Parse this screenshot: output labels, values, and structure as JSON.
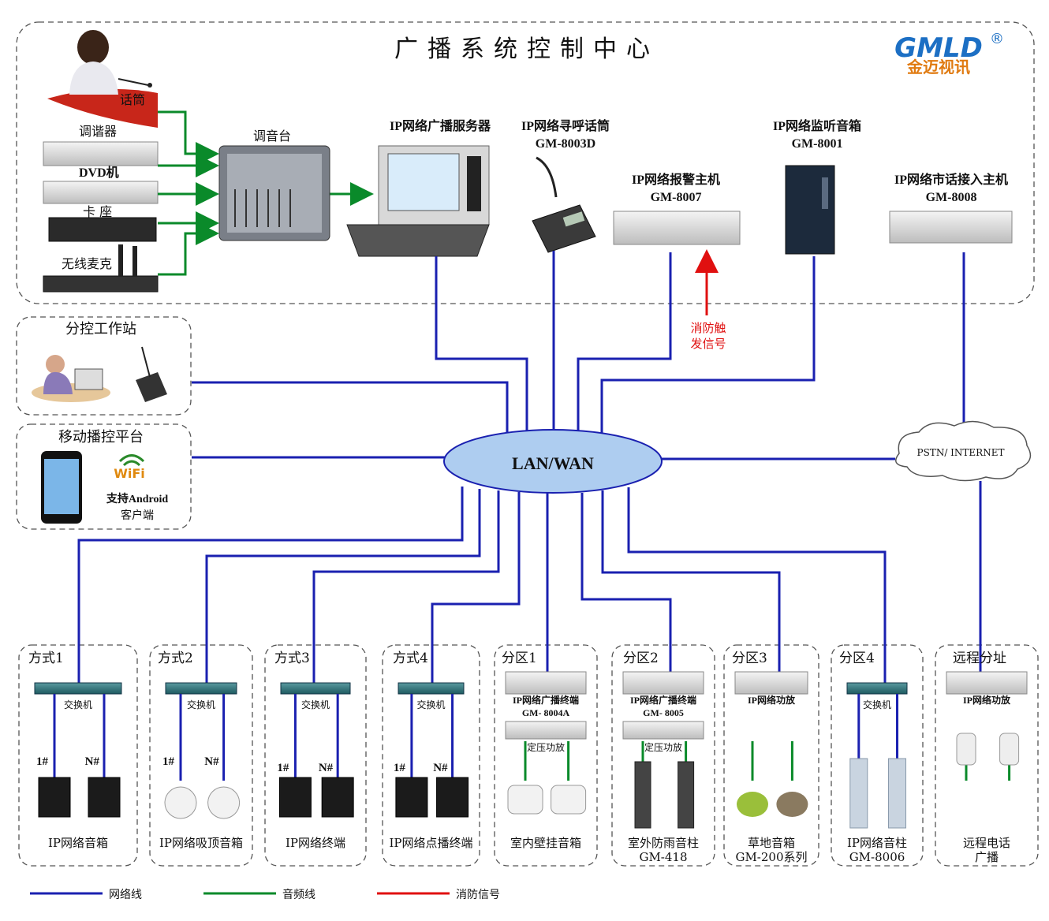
{
  "title": "广播系统控制中心",
  "brand": {
    "logo_text": "GMLD",
    "logo_cn": "金迈视讯",
    "registered": "®"
  },
  "colors": {
    "network": "#1a20b0",
    "audio": "#0a8a2a",
    "fire": "#e01010",
    "cloud_fill": "#aecdf0"
  },
  "sources": {
    "mic": "话筒",
    "tuner": "调谐器",
    "dvd": "DVD机",
    "cassette": "卡 座",
    "wireless": "无线麦克"
  },
  "mixer": "调音台",
  "server": "IP网络广播服务器",
  "paging": {
    "name": "IP网络寻呼话筒",
    "model": "GM-8003D"
  },
  "alarm": {
    "name": "IP网络报警主机",
    "model": "GM-8007"
  },
  "fire_signal": {
    "line1": "消防触",
    "line2": "发信号"
  },
  "monitor": {
    "name": "IP网络监听音箱",
    "model": "GM-8001"
  },
  "phone": {
    "name": "IP网络市话接入主机",
    "model": "GM-8008"
  },
  "substation": "分控工作站",
  "mobile": {
    "title": "移动播控平台",
    "wifi": "WiFi",
    "line1": "支持Android",
    "line2": "客户端"
  },
  "hub": "LAN/WAN",
  "cloud": "PSTN/ INTERNET",
  "zones": [
    {
      "title": "方式1",
      "device": "交换机",
      "l1": "1#",
      "l2": "N#",
      "caption": "IP网络音箱",
      "caption2": ""
    },
    {
      "title": "方式2",
      "device": "交换机",
      "l1": "1#",
      "l2": "N#",
      "caption": "IP网络吸顶音箱",
      "caption2": ""
    },
    {
      "title": "方式3",
      "device": "交换机",
      "l1": "1#",
      "l2": "N#",
      "caption": "IP网络终端",
      "caption2": ""
    },
    {
      "title": "方式4",
      "device": "交换机",
      "l1": "1#",
      "l2": "N#",
      "caption": "IP网络点播终端",
      "caption2": ""
    },
    {
      "title": "分区1",
      "device": "IP网络广播终端",
      "model": "GM- 8004A",
      "amp": "定压功放",
      "caption": "室内壁挂音箱",
      "caption2": ""
    },
    {
      "title": "分区2",
      "device": "IP网络广播终端",
      "model": "GM- 8005",
      "amp": "定压功放",
      "caption": "室外防雨音柱",
      "caption2": "GM-418"
    },
    {
      "title": "分区3",
      "device": "IP网络功放",
      "caption": "草地音箱",
      "caption2": "GM-200系列"
    },
    {
      "title": "分区4",
      "device": "交换机",
      "caption": "IP网络音柱",
      "caption2": "GM-8006"
    },
    {
      "title": "远程分址",
      "device": "IP网络功放",
      "caption": "远程电话",
      "caption2": "广播"
    }
  ],
  "legend": [
    {
      "label": "网络线",
      "color": "#1a20b0"
    },
    {
      "label": "音频线",
      "color": "#0a8a2a"
    },
    {
      "label": "消防信号",
      "color": "#e01010"
    }
  ]
}
